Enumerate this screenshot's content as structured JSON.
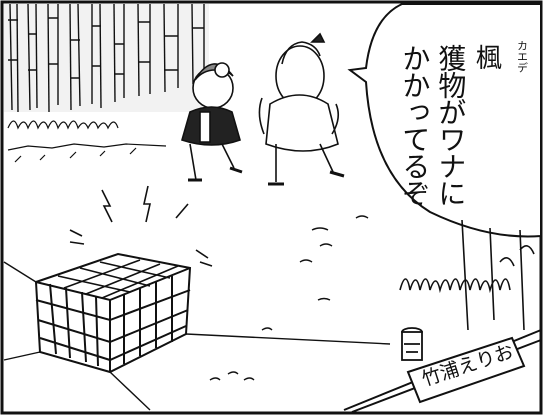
{
  "speech": {
    "name": "楓",
    "ruby": "カエデ",
    "line2": "獲物がワナに",
    "line3": "かかってるぞ"
  },
  "sign": {
    "text": "竹浦えりお"
  },
  "icons": [
    "speech-bubble",
    "wooden-cage-trap",
    "bamboo-grove",
    "signpost"
  ],
  "colors": {
    "ink": "#111111",
    "paper": "#ffffff",
    "shade": "#8c8c8c"
  }
}
